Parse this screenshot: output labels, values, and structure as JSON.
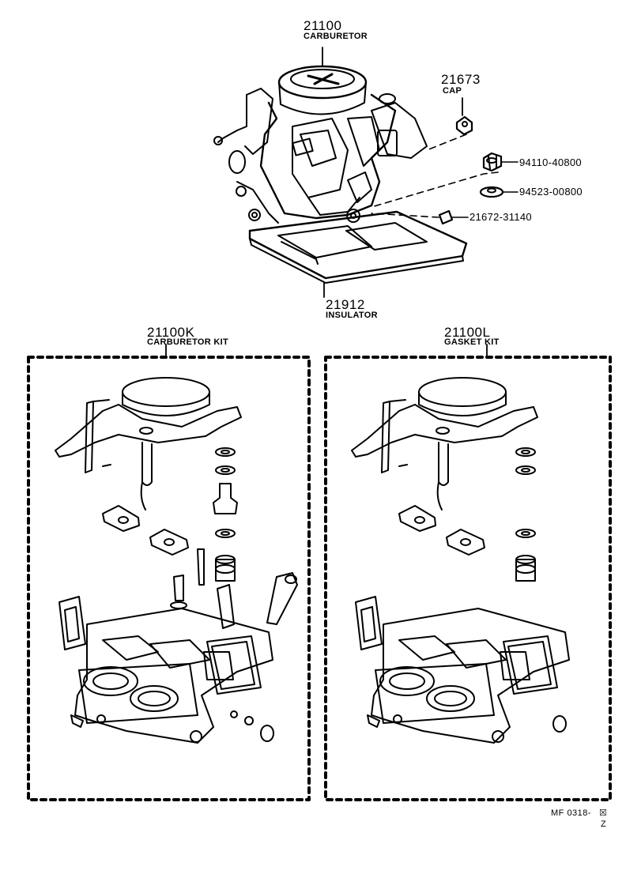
{
  "labels": {
    "carburetor": {
      "number": "21100",
      "name": "CARBURETOR"
    },
    "cap": {
      "number": "21673",
      "name": "CAP"
    },
    "nut": {
      "number": "94110-40800"
    },
    "washer": {
      "number": "94523-00800"
    },
    "screw": {
      "number": "21672-31140"
    },
    "insulator": {
      "number": "21912",
      "name": "INSULATOR"
    },
    "carburetor_kit": {
      "number": "21100K",
      "name": "CARBURETOR KIT"
    },
    "gasket_kit": {
      "number": "21100L",
      "name": "GASKET KIT"
    }
  },
  "footer": {
    "code": "MF  0318-",
    "suffix": "Z"
  }
}
